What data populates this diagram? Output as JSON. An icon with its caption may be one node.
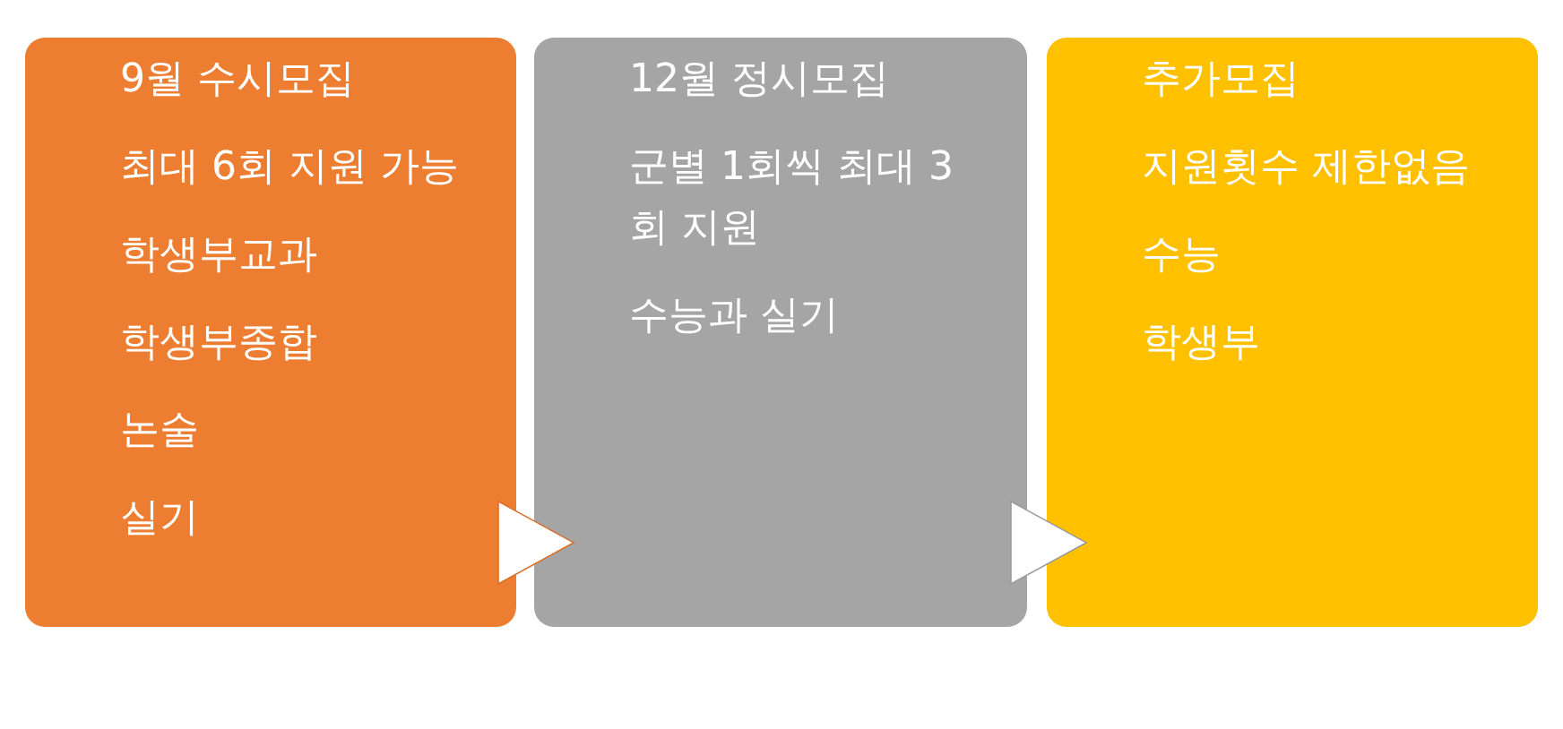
{
  "diagram": {
    "nodes": [
      {
        "text": [
          "9월 수시모집",
          "최대 6회 지원 가능",
          "학생부교과",
          "학생부종합",
          "논술",
          "실기"
        ]
      },
      {
        "text": [
          "12월 정시모집",
          "군별 1회씩 최대 3회 지원",
          "수능과 실기"
        ]
      },
      {
        "text": [
          "추가모집",
          "지원횟수 제한없음",
          "수능",
          "학생부"
        ]
      }
    ],
    "edges": [
      {
        "from": 0,
        "to": 1,
        "arrow": "to"
      },
      {
        "from": 1,
        "to": 2,
        "arrow": "to"
      }
    ]
  }
}
